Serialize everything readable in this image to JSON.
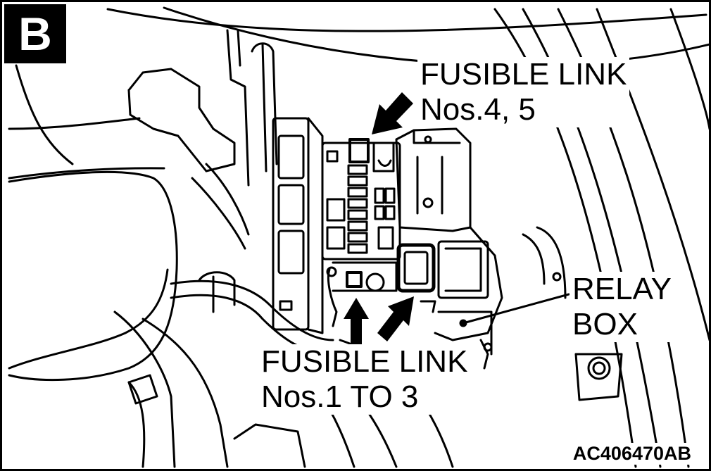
{
  "section_badge": "B",
  "labels": {
    "fusible_link_top": {
      "line1": "FUSIBLE LINK",
      "line2": "Nos.4, 5"
    },
    "relay_box": {
      "line1": "RELAY",
      "line2": "BOX"
    },
    "fusible_link_bottom": {
      "line1": "FUSIBLE LINK",
      "line2": "Nos.1 TO 3"
    }
  },
  "figure_code": "AC406470AB",
  "colors": {
    "line": "#000000",
    "background": "#ffffff"
  }
}
